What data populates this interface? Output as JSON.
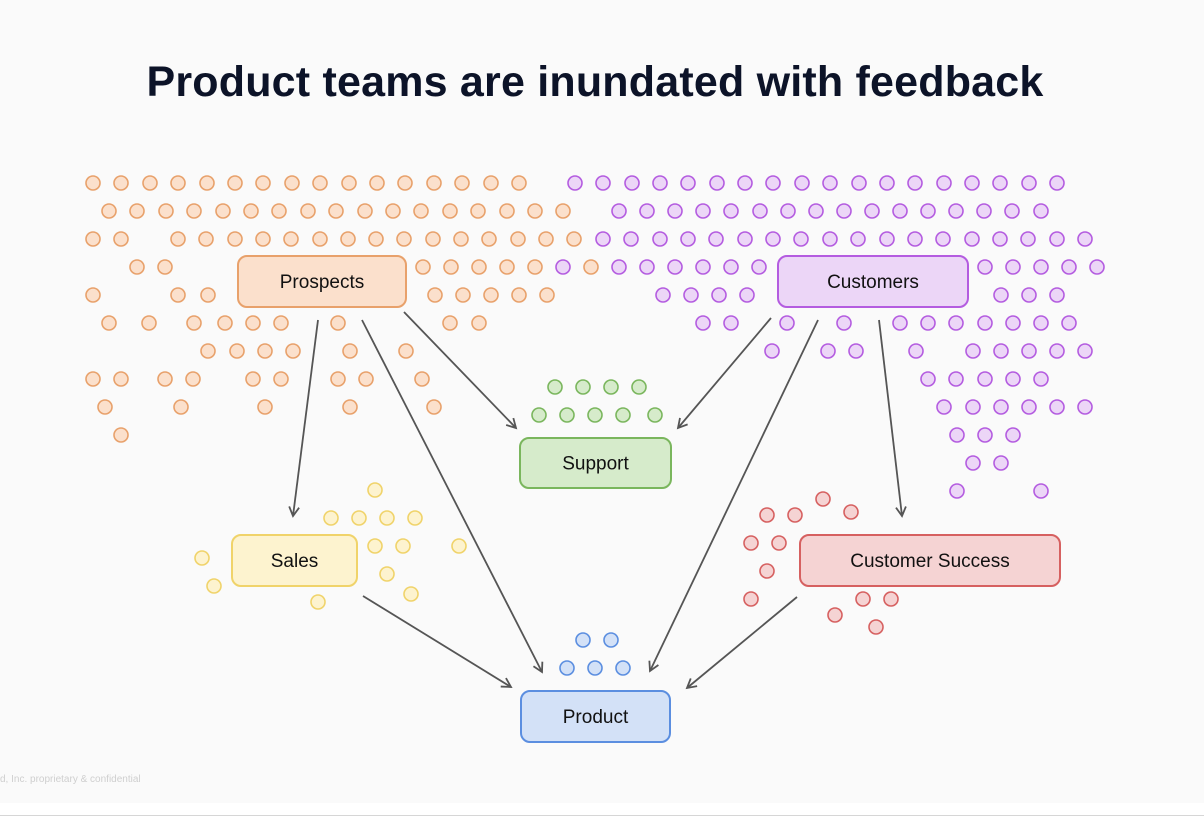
{
  "title": "Product teams are inundated with feedback",
  "footer": "d, Inc. proprietary & confidential",
  "colors": {
    "arrow": "#555555",
    "orange": "#e8a16b",
    "orange_fill": "#fbe0cc",
    "purple": "#b45ce0",
    "purple_fill": "#ecd6f7",
    "green": "#7ab65d",
    "green_fill": "#d6ebcb",
    "yellow": "#f0d36a",
    "yellow_fill": "#fdf3cf",
    "red": "#d66060",
    "red_fill": "#f5d3d3",
    "blue": "#5b8ee0",
    "blue_fill": "#d3e1f7"
  },
  "nodes": [
    {
      "id": "prospects",
      "label": "Prospects",
      "color": "orange"
    },
    {
      "id": "customers",
      "label": "Customers",
      "color": "purple"
    },
    {
      "id": "support",
      "label": "Support",
      "color": "green"
    },
    {
      "id": "sales",
      "label": "Sales",
      "color": "yellow"
    },
    {
      "id": "customer-success",
      "label": "Customer Success",
      "color": "red"
    },
    {
      "id": "product",
      "label": "Product",
      "color": "blue"
    }
  ],
  "edges": [
    {
      "from": "prospects",
      "to": "sales"
    },
    {
      "from": "prospects",
      "to": "product"
    },
    {
      "from": "prospects",
      "to": "support"
    },
    {
      "from": "customers",
      "to": "support"
    },
    {
      "from": "customers",
      "to": "product"
    },
    {
      "from": "customers",
      "to": "customer-success"
    },
    {
      "from": "sales",
      "to": "product"
    },
    {
      "from": "customer-success",
      "to": "product"
    }
  ]
}
